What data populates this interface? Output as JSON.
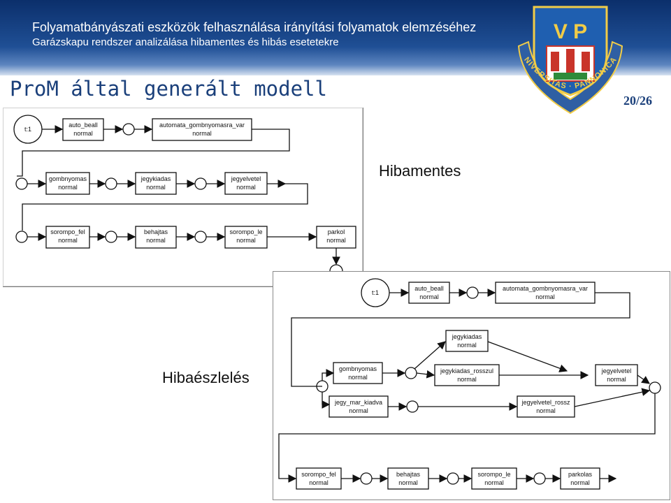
{
  "header": {
    "line1": "Folyamatbányászati eszközök felhasználása irányítási folyamatok elemzéséhez",
    "line2": "Garázskapu rendszer analizálása hibamentes és hibás esetetekre"
  },
  "crest": {
    "initials": "V P",
    "motto": "UNIVERSITAS · PANNONICA ·"
  },
  "title": "ProM által generált modell",
  "slide_number": "20/26",
  "labels": {
    "correct": "Hibamentes",
    "error": "Hibaészlelés"
  },
  "colors": {
    "header_dark": "#0b2f6b",
    "title_color": "#1a3f7a"
  },
  "model_correct": {
    "start": "t:1",
    "transitions": [
      {
        "name": "auto_beall",
        "type": "normal"
      },
      {
        "name": "automata_gombnyomasra_var",
        "type": "normal"
      },
      {
        "name": "gombnyomas",
        "type": "normal"
      },
      {
        "name": "jegykiadas",
        "type": "normal"
      },
      {
        "name": "jegyelvetel",
        "type": "normal"
      },
      {
        "name": "sorompo_fel",
        "type": "normal"
      },
      {
        "name": "behajtas",
        "type": "normal"
      },
      {
        "name": "sorompo_le",
        "type": "normal"
      },
      {
        "name": "parkol",
        "type": "normal"
      }
    ]
  },
  "model_error": {
    "start": "t:1",
    "transitions": [
      {
        "name": "auto_beall",
        "type": "normal"
      },
      {
        "name": "automata_gombnyomasra_var",
        "type": "normal"
      },
      {
        "name": "jegykiadas",
        "type": "normal"
      },
      {
        "name": "gombnyomas",
        "type": "normal"
      },
      {
        "name": "jegykiadas_rosszul",
        "type": "normal"
      },
      {
        "name": "jegyelvetel",
        "type": "normal"
      },
      {
        "name": "jegy_mar_kiadva",
        "type": "normal"
      },
      {
        "name": "jegyelvetel_rossz",
        "type": "normal"
      },
      {
        "name": "sorompo_fel",
        "type": "normal"
      },
      {
        "name": "behajtas",
        "type": "normal"
      },
      {
        "name": "sorompo_le",
        "type": "normal"
      },
      {
        "name": "parkolas",
        "type": "normal"
      }
    ]
  }
}
